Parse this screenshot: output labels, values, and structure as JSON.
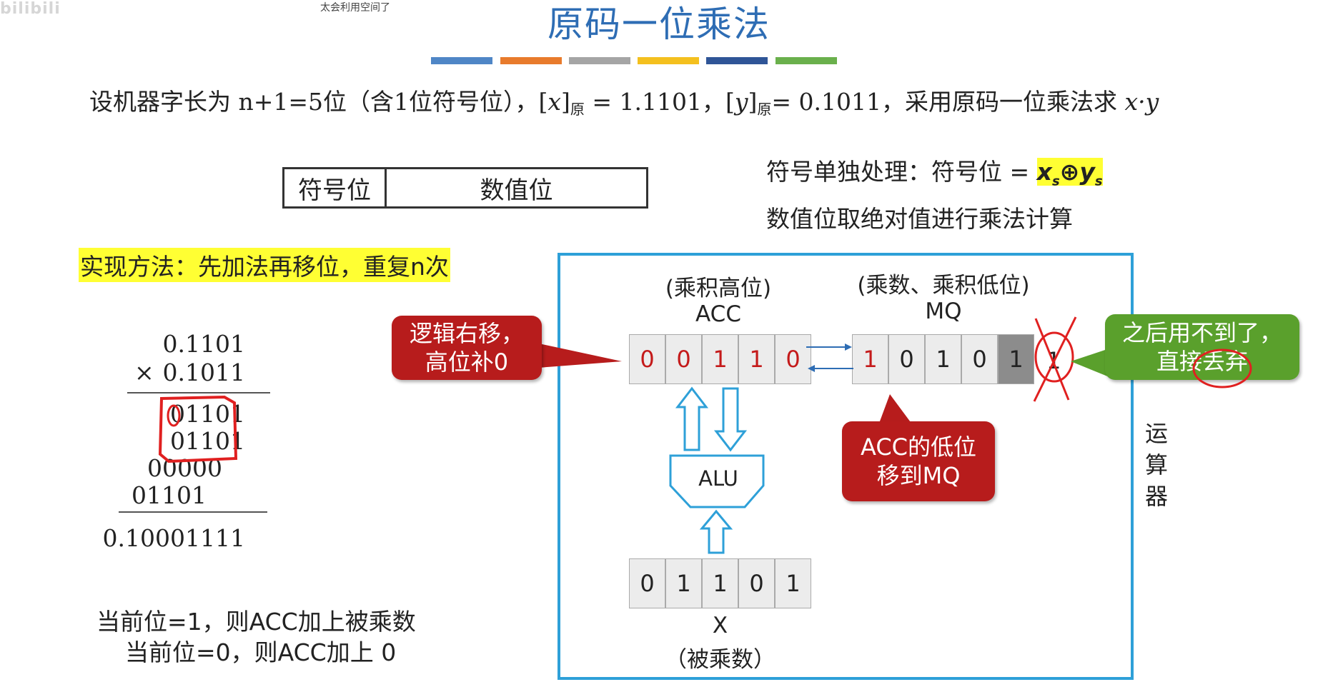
{
  "watermark": {
    "logo": "bilibili",
    "note": "太会利用空间了"
  },
  "title": "原码一位乘法",
  "title_bar_colors": [
    "#4f86c6",
    "#e87b2c",
    "#a5a5a5",
    "#f4c01e",
    "#2f5597",
    "#6ab04c"
  ],
  "problem": {
    "p1": "设机器字长为 n+1=5位（含1位符号位），[",
    "x": "x",
    "b1": "]",
    "sub1": "原",
    "p2": " = 1.1101，[",
    "y": "y",
    "b2": "]",
    "sub2": "原",
    "p3": "= 0.1011，采用原码一位乘法求 ",
    "xy": "x·y"
  },
  "format_table": {
    "sign": "符号位",
    "value": "数值位"
  },
  "sign_rule": {
    "text": "符号单独处理：符号位 = ",
    "xs": "x",
    "s1": "s",
    "op": "⊕",
    "ys": "y",
    "s2": "s"
  },
  "value_rule": "数值位取绝对值进行乘法计算",
  "method": "实现方法：先加法再移位，重复n次",
  "multiplication": {
    "multiplicand": "0.1101",
    "times": "×",
    "multiplier": "0.1011",
    "partials": [
      "01101",
      "01101",
      "00000",
      "01101"
    ],
    "result": "0.10001111"
  },
  "rules": [
    "当前位=1，则ACC加上被乘数",
    "当前位=0，则ACC加上 0"
  ],
  "acc": {
    "label_top": "(乘积高位)",
    "label": "ACC",
    "bits": [
      "0",
      "0",
      "1",
      "1",
      "0"
    ]
  },
  "mq": {
    "label_top": "(乘数、乘积低位)",
    "label": "MQ",
    "bits": [
      "1",
      "0",
      "1",
      "0",
      "1"
    ],
    "discarded": "1"
  },
  "alu": "ALU",
  "x_reg": {
    "bits": [
      "0",
      "1",
      "1",
      "0",
      "1"
    ],
    "label": "X",
    "label_bottom": "（被乘数）"
  },
  "callouts": {
    "shift": [
      "逻辑右移，",
      "高位补0"
    ],
    "acc_to_mq": [
      "ACC的低位",
      "移到MQ"
    ],
    "discard": [
      "之后用不到了，",
      "直接丢弃"
    ]
  },
  "alu_unit_label": [
    "运",
    "算",
    "器"
  ],
  "colors": {
    "title": "#2e6db4",
    "highlight": "#ffff33",
    "border": "#2ea0d8",
    "callout_red": "#b71c1c",
    "callout_green": "#5aa02c",
    "annotation_red": "#e02020"
  }
}
